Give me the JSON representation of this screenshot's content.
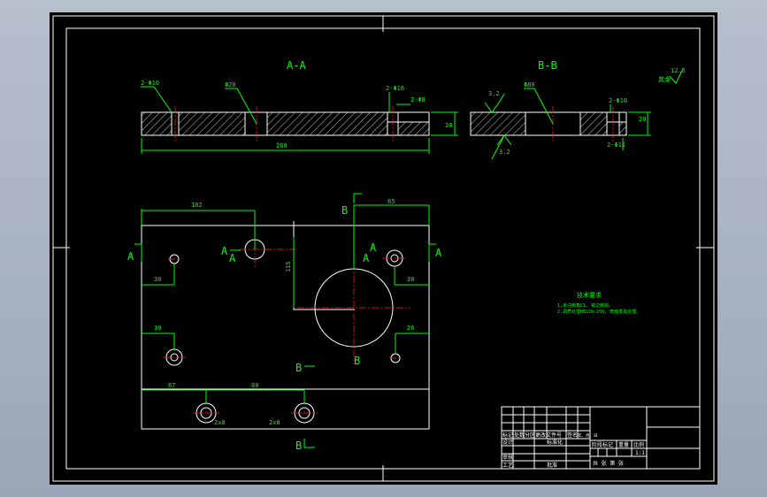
{
  "section_aa": {
    "title": "A-A",
    "callout_left": "2-Φ10",
    "callout_mid": "Φ20",
    "callout_cbore": "2-Φ16",
    "callout_cbore2": "2-Φ8",
    "dim_length": "260",
    "dim_height": "20"
  },
  "section_bb": {
    "title": "B-B",
    "callout_hole": "Φ80",
    "callout_cbore": "2-Φ16",
    "callout_thru": "2-Φ11",
    "dim_height": "20",
    "rough_left": "3.2",
    "rough_bottom": "3.2"
  },
  "roughness_note": {
    "label": "其余",
    "value": "12.5"
  },
  "plan": {
    "dim_top_left": "102",
    "dim_top_right": "65",
    "dim_left_30": "30",
    "dim_right_30": "30",
    "dim_left_30b": "30",
    "dim_right_26": "26",
    "dim_bottom_67": "67",
    "dim_bottom_80": "80",
    "dim_vertical": "115",
    "dim_small_1": "2x8",
    "dim_small_2": "2x8",
    "section_letter_a": "A",
    "section_letter_b": "B"
  },
  "notes": {
    "title": "技术要求",
    "line1": "1.未注倒角C1, 锐边倒钝。",
    "line2": "2.调质处理HB220~250, 表面发黑处理。"
  },
  "title_block": {
    "headers": [
      "标记",
      "处数",
      "分区",
      "更改文件号",
      "签名",
      "年、月、日"
    ],
    "row_design": "设计",
    "row_std": "标准化",
    "row_review": "审核",
    "row_process": "工艺",
    "row_approve": "批准",
    "stage_mark": "阶段标记",
    "weight": "重量",
    "scale": "比例",
    "scale_value": "1:1",
    "sheet_info": "共 张 第 张"
  }
}
